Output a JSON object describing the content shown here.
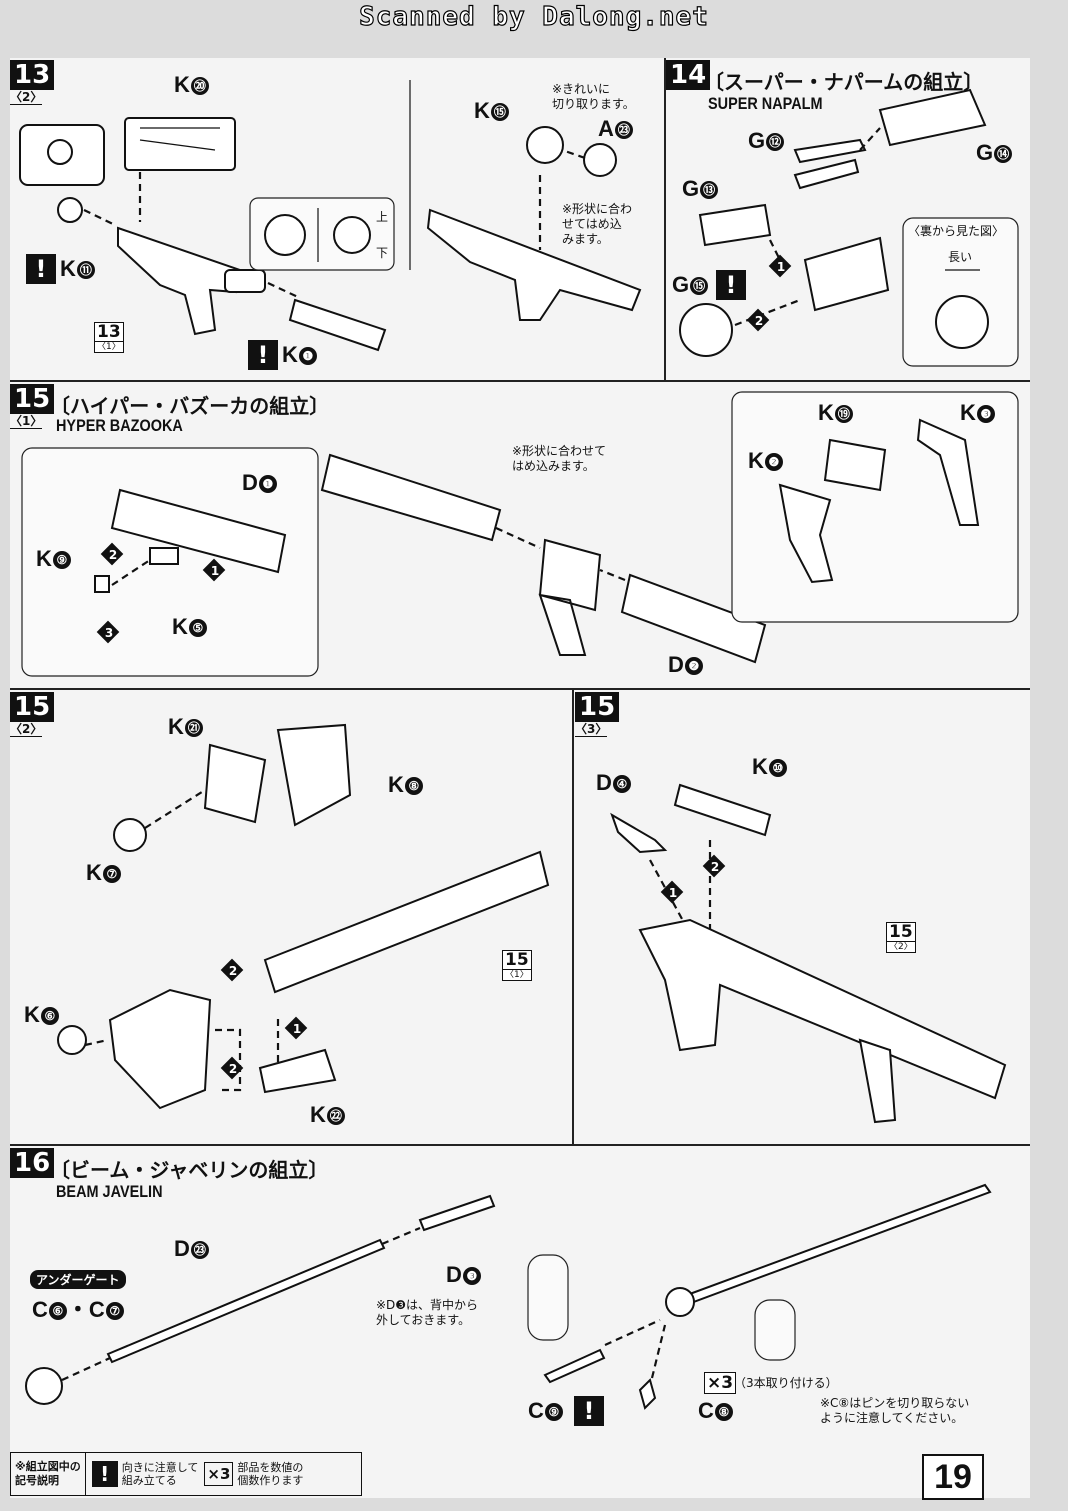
{
  "watermark": "Scanned by Dalong.net",
  "page_number": "19",
  "steps": {
    "s13": {
      "num": "13",
      "sub": "〈2〉",
      "ref_num": "13",
      "ref_sub": "〈1〉",
      "labels": {
        "k20": "K",
        "k20c": "⑳",
        "k15": "K",
        "k15c": "⑮",
        "a23": "A",
        "a23c": "㉓",
        "k11": "K",
        "k11c": "⑪",
        "k1": "K",
        "k1c": "❶"
      },
      "note1": "※きれいに\n切り取ります。",
      "note2": "※形状に合わ\nせてはめ込\nみます。",
      "up": "上",
      "down": "下"
    },
    "s14": {
      "num": "14",
      "title_jp": "〔スーパー・ナパームの組立〕",
      "title_en": "SUPER NAPALM",
      "labels": {
        "g12": "G",
        "g12c": "⑫",
        "g14": "G",
        "g14c": "⑭",
        "g13": "G",
        "g13c": "⑬",
        "g15": "G",
        "g15c": "⑮"
      },
      "inset_title": "〈裏から見た図〉",
      "inset_long": "長い"
    },
    "s15_1": {
      "num": "15",
      "sub": "〈1〉",
      "title_jp": "〔ハイパー・バズーカの組立〕",
      "title_en": "HYPER BAZOOKA",
      "labels": {
        "d1": "D",
        "d1c": "❶",
        "k9": "K",
        "k9c": "⑨",
        "k5": "K",
        "k5c": "⑤",
        "d2": "D",
        "d2c": "❷",
        "k19": "K",
        "k19c": "⑲",
        "k3": "K",
        "k3c": "❸",
        "k2": "K",
        "k2c": "❷"
      },
      "note": "※形状に合わせて\nはめ込みます。"
    },
    "s15_2": {
      "num": "15",
      "sub": "〈2〉",
      "ref_num": "15",
      "ref_sub": "〈1〉",
      "labels": {
        "k21": "K",
        "k21c": "㉑",
        "k8": "K",
        "k8c": "⑧",
        "k7": "K",
        "k7c": "⑦",
        "k6": "K",
        "k6c": "⑥",
        "k22": "K",
        "k22c": "㉒"
      }
    },
    "s15_3": {
      "num": "15",
      "sub": "〈3〉",
      "ref_num": "15",
      "ref_sub": "〈2〉",
      "labels": {
        "d4": "D",
        "d4c": "④",
        "k10": "K",
        "k10c": "⑩"
      }
    },
    "s16": {
      "num": "16",
      "title_jp": "〔ビーム・ジャベリンの組立〕",
      "title_en": "BEAM JAVELIN",
      "labels": {
        "d23": "D",
        "d23c": "㉓",
        "d3": "D",
        "d3c": "❸",
        "c6": "C",
        "c6c": "⑥",
        "dot": "・",
        "c7": "C",
        "c7c": "⑦",
        "c9": "C",
        "c9c": "⑨",
        "c8": "C",
        "c8c": "⑧"
      },
      "under_gate": "アンダーゲート",
      "note_d3": "※D❸は、背中から\n外しておきます。",
      "x3": "×3",
      "x3_note": "（3本取り付ける）",
      "note_c8": "※C⑧はピンを切り取らない\nように注意してください。"
    }
  },
  "legend": {
    "title": "※組立図中の\n記号説明",
    "warn_icon": "!",
    "warn_text": "向きに注意して\n組み立てる",
    "x3_icon": "×3",
    "x3_text": "部品を数値の\n個数作ります"
  },
  "order_marks": [
    "1",
    "2",
    "3"
  ]
}
